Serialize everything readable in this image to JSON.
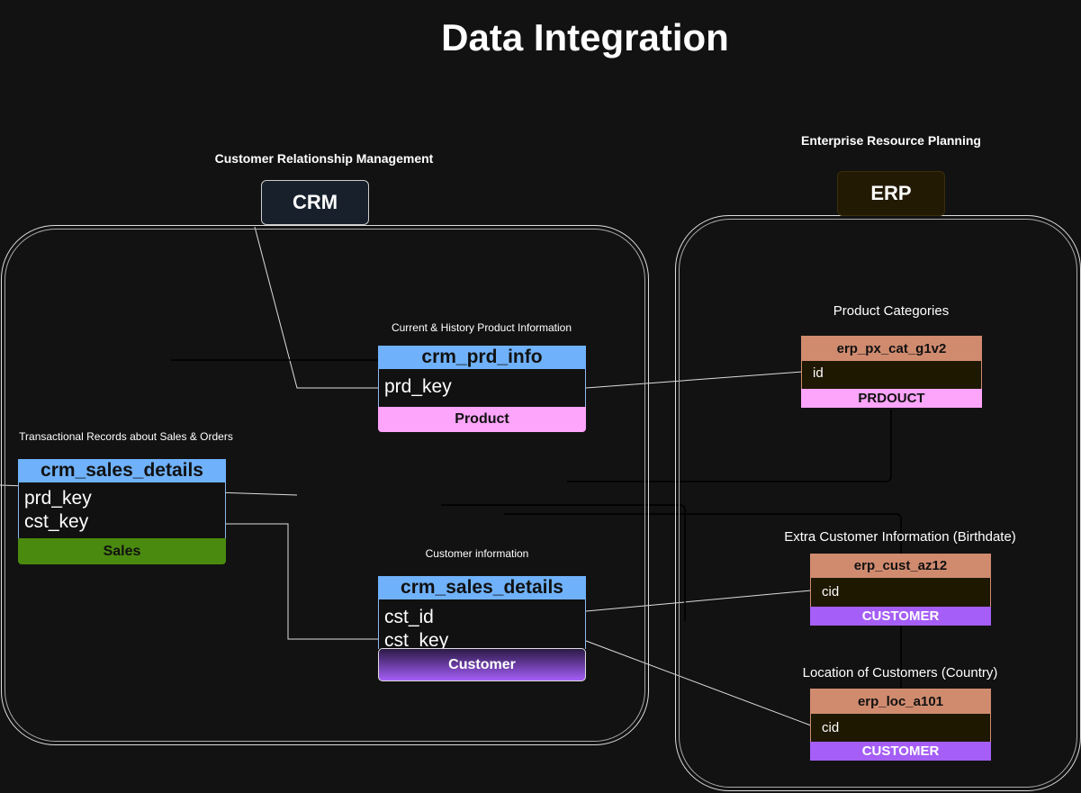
{
  "title": "Data Integration",
  "crm": {
    "subtitle": "Customer Relationship Management",
    "badge": "CRM",
    "product_table": {
      "caption": "Current & History Product Information",
      "name": "crm_prd_info",
      "fields": [
        "prd_key"
      ],
      "footer": "Product"
    },
    "sales_table": {
      "caption": "Transactional Records about Sales & Orders",
      "name": "crm_sales_details",
      "fields": [
        "prd_key",
        "cst_key"
      ],
      "footer": "Sales"
    },
    "customer_table": {
      "caption": "Customer information",
      "name": "crm_sales_details",
      "fields": [
        "cst_id",
        "cst_key"
      ],
      "footer": "Customer"
    }
  },
  "erp": {
    "subtitle": "Enterprise Resource Planning",
    "badge": "ERP",
    "category_table": {
      "caption": "Product Categories",
      "name": "erp_px_cat_g1v2",
      "fields": [
        "id"
      ],
      "footer": "PRDOUCT"
    },
    "cust_table": {
      "caption": "Extra Customer Information (Birthdate)",
      "name": "erp_cust_az12",
      "fields": [
        "cid"
      ],
      "footer": "CUSTOMER"
    },
    "loc_table": {
      "caption": "Location of Customers (Country)",
      "name": "erp_loc_a101",
      "fields": [
        "cid"
      ],
      "footer": "CUSTOMER"
    }
  },
  "colors": {
    "background": "#121212",
    "crm_header": "#6fb1fb",
    "erp_header": "#d08b6f",
    "erp_body": "#1e1800",
    "product_footer": "#fda4fb",
    "sales_footer": "#4a8a0e",
    "customer_footer": "#a55ef8",
    "crm_badge": "#18202c",
    "erp_badge": "#231a03"
  }
}
